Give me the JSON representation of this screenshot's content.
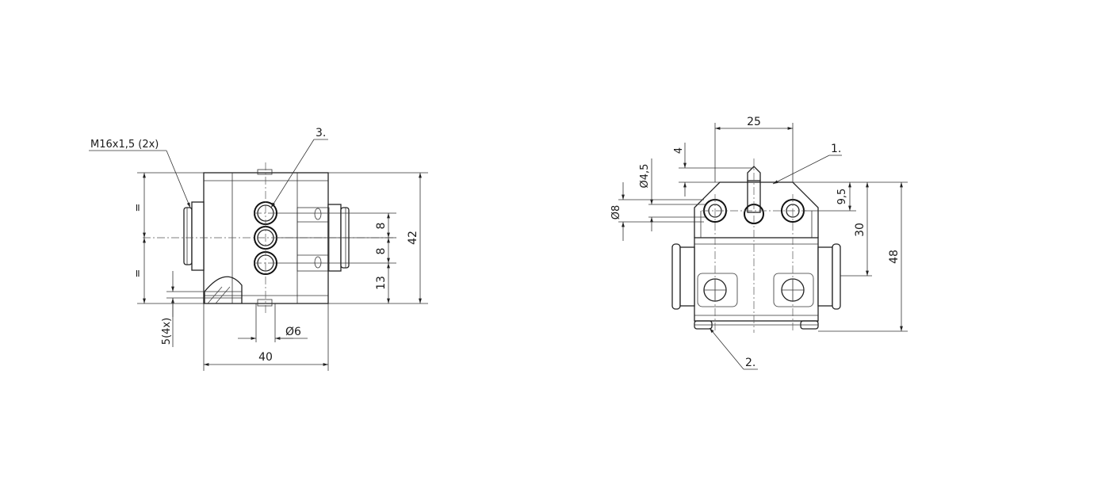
{
  "drawing": {
    "left_view": {
      "thread_callout": "M16x1,5 (2x)",
      "equal_mark_top": "=",
      "equal_mark_bottom": "=",
      "slot_dim": "5(4x)",
      "width_dim": "40",
      "height_dim": "42",
      "pitch_dim_1": "8",
      "pitch_dim_2": "8",
      "bottom_offset_dim": "13",
      "hole_dia_dim": "Ø6",
      "callout_3": "3."
    },
    "right_view": {
      "top_width_dim": "25",
      "top_offset_dim": "4",
      "small_hole_dim": "Ø4,5",
      "large_hole_dim": "Ø8",
      "plunger_offset_dim": "9,5",
      "mid_height_dim": "30",
      "total_height_dim": "48",
      "callout_1": "1.",
      "callout_2": "2."
    }
  }
}
